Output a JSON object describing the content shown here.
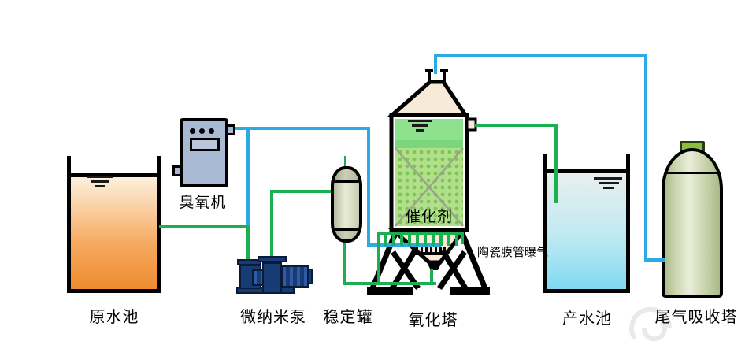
{
  "diagram": {
    "labels": {
      "raw_water_pool": "原水池",
      "ozone_generator": "臭氧机",
      "micro_nano_pump": "微纳米泵",
      "stabilization_tank": "稳定罐",
      "oxidation_tower": "氧化塔",
      "catalyst": "催化剂",
      "ceramic_membrane_aeration": "陶瓷膜管曝气",
      "product_water_pool": "产水池",
      "tail_gas_absorption_tower": "尾气吸收塔"
    },
    "colors": {
      "water_pipe_green": "#1caf51",
      "ozone_gas_pipe_cyan": "#2babe2",
      "raw_water_orange": "#ee8c2f",
      "product_water_blue": "#7fd9f2",
      "tower_water_green": "#8ee28e",
      "catalyst_bed_green": "#b2df8c",
      "cone_beige": "#f8ead9",
      "machine_steel_blue": "#a7b9d3",
      "pump_navy": "#173c75",
      "vessel_olive": "#e9ebd8",
      "outline_black": "#000000"
    }
  }
}
